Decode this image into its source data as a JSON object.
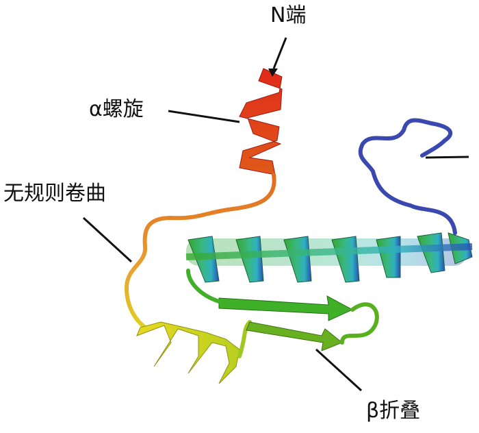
{
  "labels": {
    "n_terminus": "N端",
    "alpha_helix": "α螺旋",
    "random_coil": "无规则卷曲",
    "beta_sheet": "β折叠"
  },
  "colors": {
    "n_helix": "#e0301e",
    "coil": "#e8902a",
    "yellow_helix": "#e8e020",
    "green": "#4cb830",
    "cyan": "#30b0b8",
    "blue": "#3040b0"
  }
}
